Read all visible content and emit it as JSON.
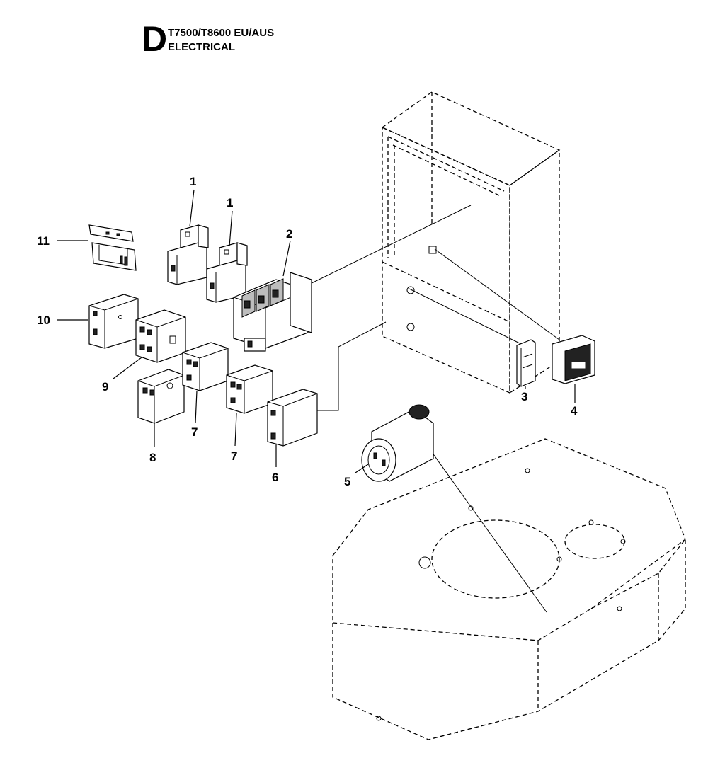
{
  "header": {
    "section_letter": "D",
    "model": "T7500/T8600 EU/AUS",
    "section": "ELECTRICAL"
  },
  "callouts": {
    "c1a": "1",
    "c1b": "1",
    "c2": "2",
    "c3": "3",
    "c4": "4",
    "c5": "5",
    "c6": "6",
    "c7a": "7",
    "c7b": "7",
    "c8": "8",
    "c9": "9",
    "c10": "10",
    "c11": "11"
  }
}
